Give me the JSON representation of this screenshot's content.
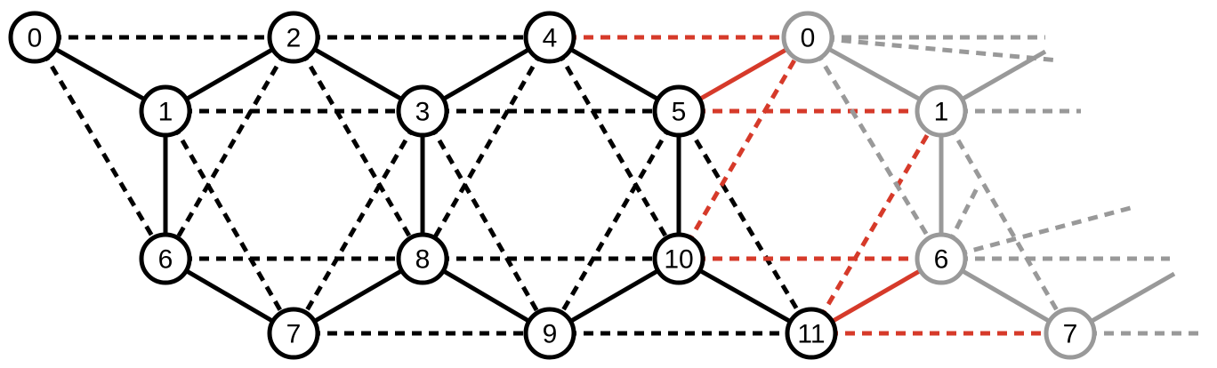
{
  "colors": {
    "primary": "#000000",
    "boundary": "#d63a2a",
    "periodic_image": "#999999",
    "node_fill": "#ffffff"
  },
  "nodes": [
    {
      "id": "n0",
      "label": "0",
      "group": "primary"
    },
    {
      "id": "n1",
      "label": "1",
      "group": "primary"
    },
    {
      "id": "n2",
      "label": "2",
      "group": "primary"
    },
    {
      "id": "n3",
      "label": "3",
      "group": "primary"
    },
    {
      "id": "n4",
      "label": "4",
      "group": "primary"
    },
    {
      "id": "n5",
      "label": "5",
      "group": "primary"
    },
    {
      "id": "n6",
      "label": "6",
      "group": "primary"
    },
    {
      "id": "n7",
      "label": "7",
      "group": "primary"
    },
    {
      "id": "n8",
      "label": "8",
      "group": "primary"
    },
    {
      "id": "n9",
      "label": "9",
      "group": "primary"
    },
    {
      "id": "n10",
      "label": "10",
      "group": "primary"
    },
    {
      "id": "n11",
      "label": "11",
      "group": "primary"
    },
    {
      "id": "p0",
      "label": "0",
      "group": "periodic_image"
    },
    {
      "id": "p1",
      "label": "1",
      "group": "periodic_image"
    },
    {
      "id": "p6",
      "label": "6",
      "group": "periodic_image"
    },
    {
      "id": "p7",
      "label": "7",
      "group": "periodic_image"
    }
  ],
  "edges": [
    {
      "from": "n0",
      "to": "n1",
      "style": "solid",
      "group": "primary"
    },
    {
      "from": "n1",
      "to": "n2",
      "style": "solid",
      "group": "primary"
    },
    {
      "from": "n2",
      "to": "n3",
      "style": "solid",
      "group": "primary"
    },
    {
      "from": "n3",
      "to": "n4",
      "style": "solid",
      "group": "primary"
    },
    {
      "from": "n4",
      "to": "n5",
      "style": "solid",
      "group": "primary"
    },
    {
      "from": "n1",
      "to": "n6",
      "style": "solid",
      "group": "primary"
    },
    {
      "from": "n3",
      "to": "n8",
      "style": "solid",
      "group": "primary"
    },
    {
      "from": "n5",
      "to": "n10",
      "style": "solid",
      "group": "primary"
    },
    {
      "from": "n6",
      "to": "n7",
      "style": "solid",
      "group": "primary"
    },
    {
      "from": "n7",
      "to": "n8",
      "style": "solid",
      "group": "primary"
    },
    {
      "from": "n8",
      "to": "n9",
      "style": "solid",
      "group": "primary"
    },
    {
      "from": "n9",
      "to": "n10",
      "style": "solid",
      "group": "primary"
    },
    {
      "from": "n10",
      "to": "n11",
      "style": "solid",
      "group": "primary"
    },
    {
      "from": "n0",
      "to": "n2",
      "style": "dashed",
      "group": "primary"
    },
    {
      "from": "n2",
      "to": "n4",
      "style": "dashed",
      "group": "primary"
    },
    {
      "from": "n1",
      "to": "n3",
      "style": "dashed",
      "group": "primary"
    },
    {
      "from": "n3",
      "to": "n5",
      "style": "dashed",
      "group": "primary"
    },
    {
      "from": "n6",
      "to": "n8",
      "style": "dashed",
      "group": "primary"
    },
    {
      "from": "n8",
      "to": "n10",
      "style": "dashed",
      "group": "primary"
    },
    {
      "from": "n7",
      "to": "n9",
      "style": "dashed",
      "group": "primary"
    },
    {
      "from": "n9",
      "to": "n11",
      "style": "dashed",
      "group": "primary"
    },
    {
      "from": "n0",
      "to": "n6",
      "style": "dashed",
      "group": "primary"
    },
    {
      "from": "n2",
      "to": "n6",
      "style": "dashed",
      "group": "primary"
    },
    {
      "from": "n2",
      "to": "n8",
      "style": "dashed",
      "group": "primary"
    },
    {
      "from": "n1",
      "to": "n7",
      "style": "dashed",
      "group": "primary"
    },
    {
      "from": "n3",
      "to": "n7",
      "style": "dashed",
      "group": "primary"
    },
    {
      "from": "n3",
      "to": "n9",
      "style": "dashed",
      "group": "primary"
    },
    {
      "from": "n4",
      "to": "n8",
      "style": "dashed",
      "group": "primary"
    },
    {
      "from": "n4",
      "to": "n10",
      "style": "dashed",
      "group": "primary"
    },
    {
      "from": "n5",
      "to": "n9",
      "style": "dashed",
      "group": "primary"
    },
    {
      "from": "n5",
      "to": "n11",
      "style": "dashed",
      "group": "primary"
    },
    {
      "from": "n5",
      "to": "p0",
      "style": "solid",
      "group": "boundary"
    },
    {
      "from": "n11",
      "to": "p6",
      "style": "solid",
      "group": "boundary"
    },
    {
      "from": "n4",
      "to": "p0",
      "style": "dashed",
      "group": "boundary"
    },
    {
      "from": "n5",
      "to": "p1",
      "style": "dashed",
      "group": "boundary"
    },
    {
      "from": "n10",
      "to": "p6",
      "style": "dashed",
      "group": "boundary"
    },
    {
      "from": "n11",
      "to": "p7",
      "style": "dashed",
      "group": "boundary"
    },
    {
      "from": "n10",
      "to": "p0",
      "style": "dashed",
      "group": "boundary"
    },
    {
      "from": "n11",
      "to": "p1",
      "style": "dashed",
      "group": "boundary"
    },
    {
      "from": "p0",
      "to": "p1",
      "style": "solid",
      "group": "periodic_image"
    },
    {
      "from": "p1",
      "to": "p6",
      "style": "solid",
      "group": "periodic_image"
    },
    {
      "from": "p6",
      "to": "p7",
      "style": "solid",
      "group": "periodic_image"
    },
    {
      "from": "p0",
      "to": "p6",
      "style": "dashed",
      "group": "periodic_image"
    },
    {
      "from": "p1",
      "to": "p7",
      "style": "dashed",
      "group": "periodic_image"
    },
    {
      "from": "p0",
      "to": "stub_a",
      "style": "dashed",
      "group": "periodic_image"
    },
    {
      "from": "p1",
      "to": "stub_b",
      "style": "solid",
      "group": "periodic_image"
    },
    {
      "from": "p1",
      "to": "stub_c",
      "style": "dashed",
      "group": "periodic_image"
    },
    {
      "from": "p0",
      "to": "stub_d",
      "style": "dashed",
      "group": "periodic_image"
    },
    {
      "from": "p6",
      "to": "stub_e",
      "style": "dashed",
      "group": "periodic_image"
    },
    {
      "from": "p6",
      "to": "stub_f",
      "style": "dashed",
      "group": "periodic_image"
    },
    {
      "from": "p7",
      "to": "stub_g",
      "style": "dashed",
      "group": "periodic_image"
    },
    {
      "from": "p7",
      "to": "stub_h",
      "style": "solid",
      "group": "periodic_image"
    },
    {
      "from": "p6",
      "to": "stub_i",
      "style": "dashed",
      "group": "periodic_image"
    }
  ]
}
